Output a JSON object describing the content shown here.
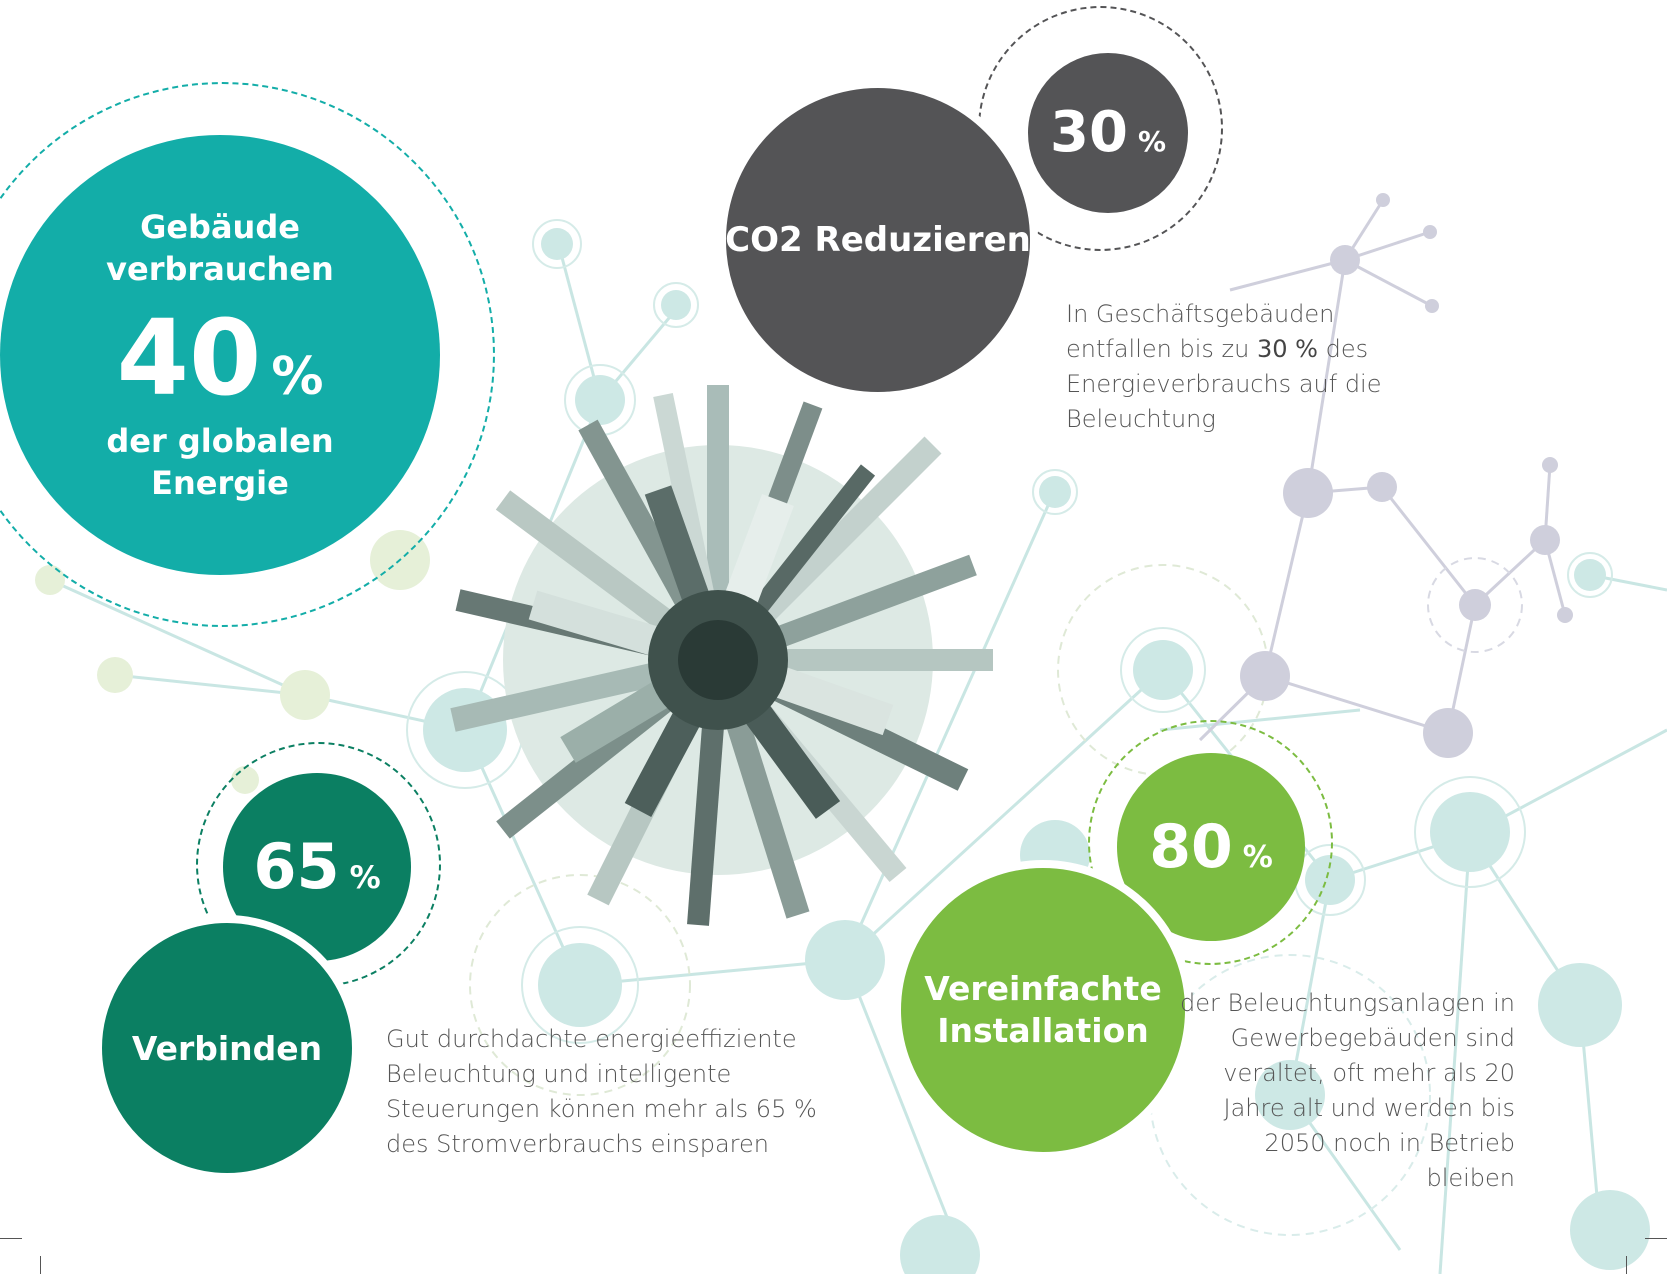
{
  "colors": {
    "teal": "#13ada8",
    "dark_green": "#0b7f62",
    "dark_gray": "#545456",
    "lime": "#7cbc41",
    "network_light": "#cfe9e7",
    "network_gray": "#c9cad6"
  },
  "stat_40": {
    "line1": "Gebäude",
    "line2": "verbrauchen",
    "value": "40",
    "unit": "%",
    "line3": "der globalen",
    "line4": "Energie"
  },
  "stat_30": {
    "value": "30",
    "unit": "%",
    "label": "CO2 Reduzieren",
    "text_before": "In Geschäftsgebäuden entfallen bis zu ",
    "text_bold": "30 %",
    "text_after": " des Energieverbrauchs auf die Beleuchtung"
  },
  "stat_65": {
    "value": "65",
    "unit": "%",
    "label": "Verbinden",
    "text": "Gut durchdachte energieeffiziente Beleuchtung und intelligente Steuerungen können mehr als 65 % des Stromverbrauchs einsparen"
  },
  "stat_80": {
    "value": "80",
    "unit": "%",
    "label_line1": "Vereinfachte",
    "label_line2": "Installation",
    "text": "der Beleuchtungsanlagen in Gewerbegebäuden sind veraltet, oft mehr als 20 Jahre alt und werden bis 2050 noch in Betrieb bleiben"
  }
}
